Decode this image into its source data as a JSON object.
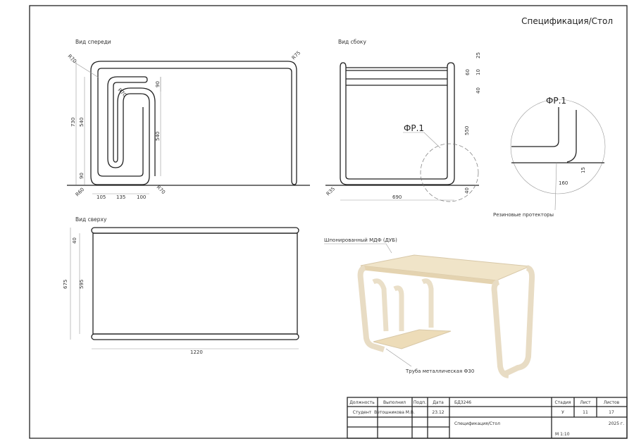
{
  "sheet_title": "Спецификация/Стол",
  "views": {
    "front": {
      "title": "Вид спереди",
      "dims": [
        "R70",
        "R75",
        "R70",
        "90",
        "730",
        "540",
        "540",
        "90",
        "R60",
        "R70",
        "105",
        "135",
        "100"
      ]
    },
    "side": {
      "title": "Вид сбоку",
      "callout": "ФР.1",
      "dims": [
        "25",
        "60",
        "10",
        "40",
        "550",
        "40",
        "R35",
        "690"
      ]
    },
    "detail": {
      "title": "ФР.1",
      "dims": [
        "15",
        "160"
      ],
      "note": "Резиновые протекторы"
    },
    "top": {
      "title": "Вид сверху",
      "dims": [
        "40",
        "595",
        "675",
        "1220"
      ]
    },
    "render": {
      "label_top": "Шпонированный МДФ (ДУБ)",
      "label_tube": "Труба металлическая Ф30"
    }
  },
  "title_block": {
    "headers": [
      "Должность",
      "Выполнил",
      "Подп.",
      "Дата"
    ],
    "row1": [
      "Студент",
      "Ветошникова М.В.",
      "",
      "23.12"
    ],
    "code": "БД3246",
    "name": "Спецификация/Стол",
    "stage_headers": [
      "Стадия",
      "Лист",
      "Листов"
    ],
    "stage_values": [
      "У",
      "11",
      "17"
    ],
    "year": "2025 г.",
    "scale": "М 1:10"
  }
}
